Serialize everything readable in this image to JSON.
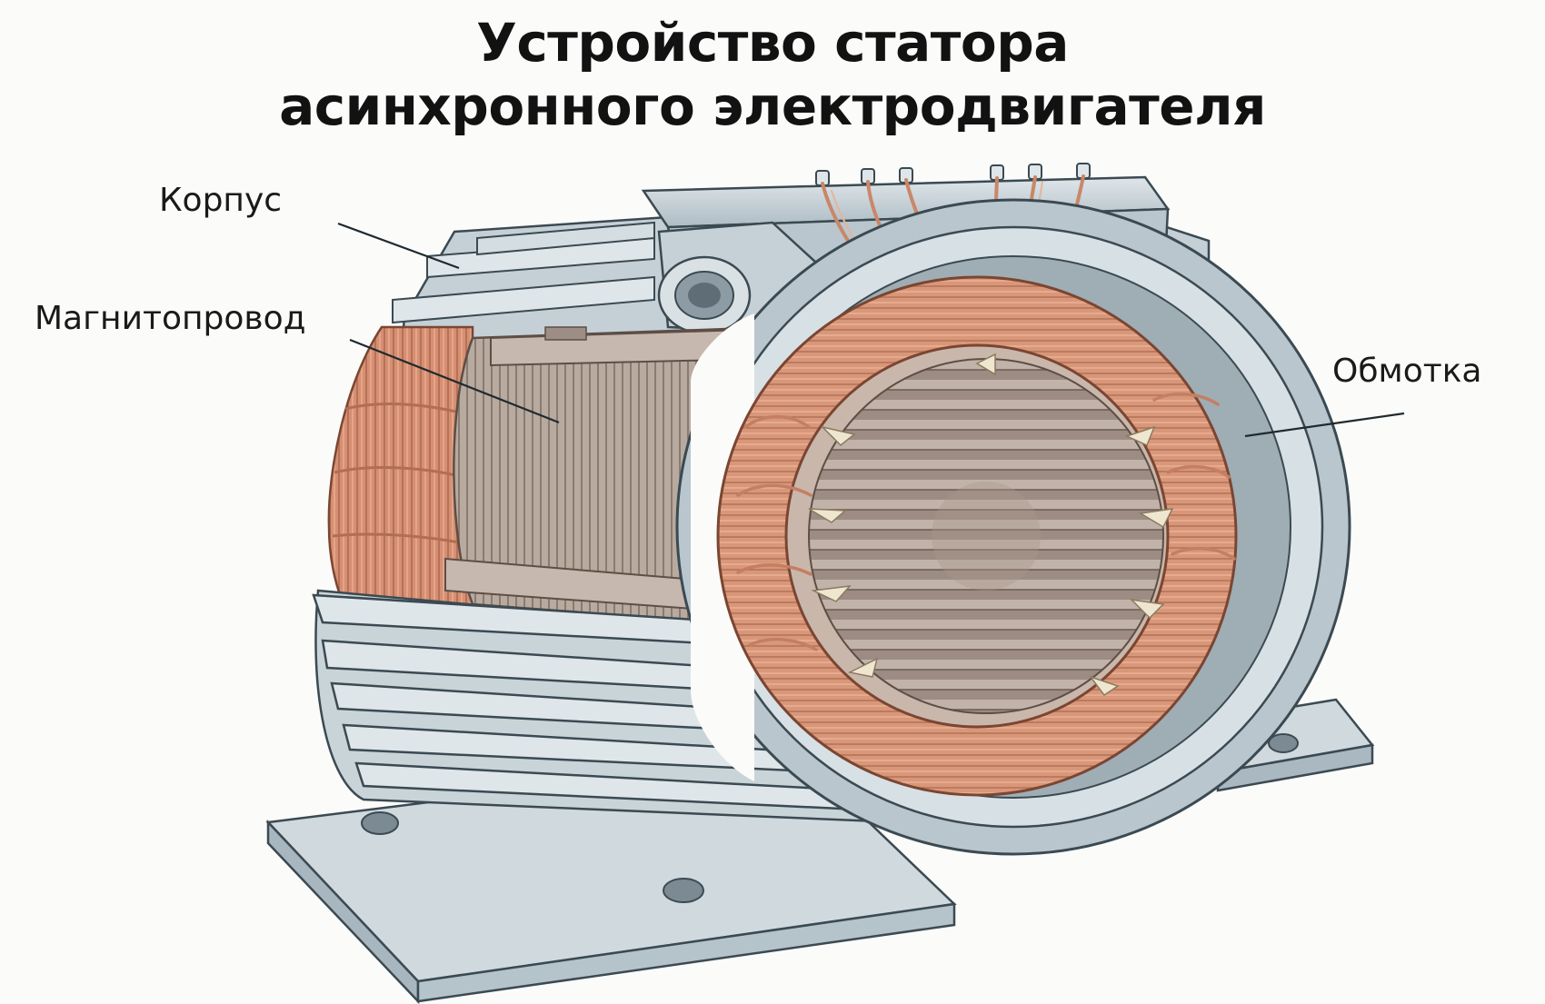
{
  "title": {
    "line1": "Устройство статора",
    "line2": "асинхронного электродвигателя"
  },
  "labels": {
    "housing": "Корпус",
    "core": "Магнитопровод",
    "winding": "Обмотка"
  },
  "colors": {
    "housing": "#c9d4d9",
    "housing_shade": "#a8b7bf",
    "outline": "#3b4a52",
    "copper": "#d9977a",
    "copper_dark": "#b06e54",
    "core": "#b7a89e",
    "core_dark": "#8f7f75",
    "insulation": "#efe6cf"
  }
}
